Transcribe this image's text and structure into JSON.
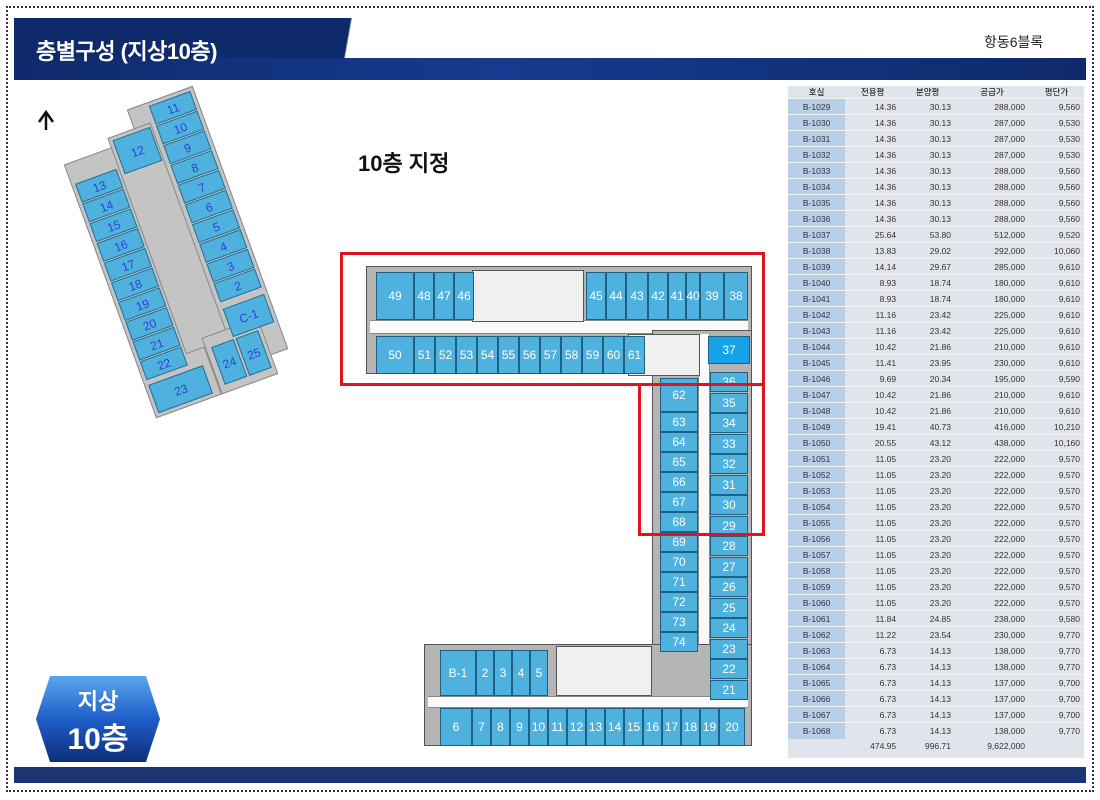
{
  "header": {
    "title": "층별구성 (지상10층)",
    "block": "항동6블록"
  },
  "badge": {
    "line1": "지상",
    "line2": "10층"
  },
  "plan_label": "10층 지정",
  "keymap": {
    "north": "N",
    "units": [
      "13",
      "14",
      "15",
      "16",
      "17",
      "18",
      "19",
      "20",
      "21",
      "22",
      "23",
      "12",
      "11",
      "10",
      "9",
      "8",
      "7",
      "6",
      "5",
      "4",
      "3",
      "2",
      "C-1",
      "24",
      "25"
    ]
  },
  "floorplan": {
    "top_upper": [
      "49",
      "48",
      "47",
      "46",
      "45",
      "44",
      "43",
      "42",
      "41",
      "40",
      "39",
      "38"
    ],
    "top_lower": [
      "50",
      "51",
      "52",
      "53",
      "54",
      "55",
      "56",
      "57",
      "58",
      "59",
      "60",
      "61",
      "37"
    ],
    "east_left": [
      "62",
      "63",
      "64",
      "65",
      "66",
      "67",
      "68",
      "69",
      "70",
      "71",
      "72",
      "73",
      "74"
    ],
    "east_right": [
      "36",
      "35",
      "34",
      "33",
      "32",
      "31",
      "30",
      "29",
      "28",
      "27",
      "26",
      "25",
      "24",
      "23",
      "22",
      "21"
    ],
    "bottom_upper": [
      "B-1",
      "2",
      "3",
      "4",
      "5"
    ],
    "bottom_lower": [
      "6",
      "7",
      "8",
      "9",
      "10",
      "11",
      "12",
      "13",
      "14",
      "15",
      "16",
      "17",
      "18",
      "19",
      "20"
    ]
  },
  "table": {
    "headers": [
      "호실",
      "전용평",
      "분양평",
      "공급가",
      "평단가"
    ],
    "rows": [
      [
        "B-1029",
        "14.36",
        "30.13",
        "288,000",
        "9,560"
      ],
      [
        "B-1030",
        "14.36",
        "30.13",
        "287,000",
        "9,530"
      ],
      [
        "B-1031",
        "14.36",
        "30.13",
        "287,000",
        "9,530"
      ],
      [
        "B-1032",
        "14.36",
        "30.13",
        "287,000",
        "9,530"
      ],
      [
        "B-1033",
        "14.36",
        "30.13",
        "288,000",
        "9,560"
      ],
      [
        "B-1034",
        "14.36",
        "30.13",
        "288,000",
        "9,560"
      ],
      [
        "B-1035",
        "14.36",
        "30.13",
        "288,000",
        "9,560"
      ],
      [
        "B-1036",
        "14.36",
        "30.13",
        "288,000",
        "9,560"
      ],
      [
        "B-1037",
        "25.64",
        "53.80",
        "512,000",
        "9,520"
      ],
      [
        "B-1038",
        "13.83",
        "29.02",
        "292,000",
        "10,060"
      ],
      [
        "B-1039",
        "14.14",
        "29.67",
        "285,000",
        "9,610"
      ],
      [
        "B-1040",
        "8.93",
        "18.74",
        "180,000",
        "9,610"
      ],
      [
        "B-1041",
        "8.93",
        "18.74",
        "180,000",
        "9,610"
      ],
      [
        "B-1042",
        "11.16",
        "23.42",
        "225,000",
        "9,610"
      ],
      [
        "B-1043",
        "11.16",
        "23.42",
        "225,000",
        "9,610"
      ],
      [
        "B-1044",
        "10.42",
        "21.86",
        "210,000",
        "9,610"
      ],
      [
        "B-1045",
        "11.41",
        "23.95",
        "230,000",
        "9,610"
      ],
      [
        "B-1046",
        "9.69",
        "20.34",
        "195,000",
        "9,590"
      ],
      [
        "B-1047",
        "10.42",
        "21.86",
        "210,000",
        "9,610"
      ],
      [
        "B-1048",
        "10.42",
        "21.86",
        "210,000",
        "9,610"
      ],
      [
        "B-1049",
        "19.41",
        "40.73",
        "416,000",
        "10,210"
      ],
      [
        "B-1050",
        "20.55",
        "43.12",
        "438,000",
        "10,160"
      ],
      [
        "B-1051",
        "11.05",
        "23.20",
        "222,000",
        "9,570"
      ],
      [
        "B-1052",
        "11.05",
        "23.20",
        "222,000",
        "9,570"
      ],
      [
        "B-1053",
        "11.05",
        "23.20",
        "222,000",
        "9,570"
      ],
      [
        "B-1054",
        "11.05",
        "23.20",
        "222,000",
        "9,570"
      ],
      [
        "B-1055",
        "11.05",
        "23.20",
        "222,000",
        "9,570"
      ],
      [
        "B-1056",
        "11.05",
        "23.20",
        "222,000",
        "9,570"
      ],
      [
        "B-1057",
        "11.05",
        "23.20",
        "222,000",
        "9,570"
      ],
      [
        "B-1058",
        "11.05",
        "23.20",
        "222,000",
        "9,570"
      ],
      [
        "B-1059",
        "11.05",
        "23.20",
        "222,000",
        "9,570"
      ],
      [
        "B-1060",
        "11.05",
        "23.20",
        "222,000",
        "9,570"
      ],
      [
        "B-1061",
        "11.84",
        "24.85",
        "238,000",
        "9,580"
      ],
      [
        "B-1062",
        "11.22",
        "23.54",
        "230,000",
        "9,770"
      ],
      [
        "B-1063",
        "6.73",
        "14.13",
        "138,000",
        "9,770"
      ],
      [
        "B-1064",
        "6.73",
        "14.13",
        "138,000",
        "9,770"
      ],
      [
        "B-1065",
        "6.73",
        "14.13",
        "137,000",
        "9,700"
      ],
      [
        "B-1066",
        "6.73",
        "14.13",
        "137,000",
        "9,700"
      ],
      [
        "B-1067",
        "6.73",
        "14.13",
        "137,000",
        "9,700"
      ],
      [
        "B-1068",
        "6.73",
        "14.13",
        "138,000",
        "9,770"
      ]
    ],
    "totals": [
      "",
      "474.95",
      "996.71",
      "9,622,000",
      ""
    ]
  },
  "colors": {
    "navy": "#0f2a6b",
    "unit_fill": "#4fb1dd",
    "highlight": "#e0141e"
  }
}
